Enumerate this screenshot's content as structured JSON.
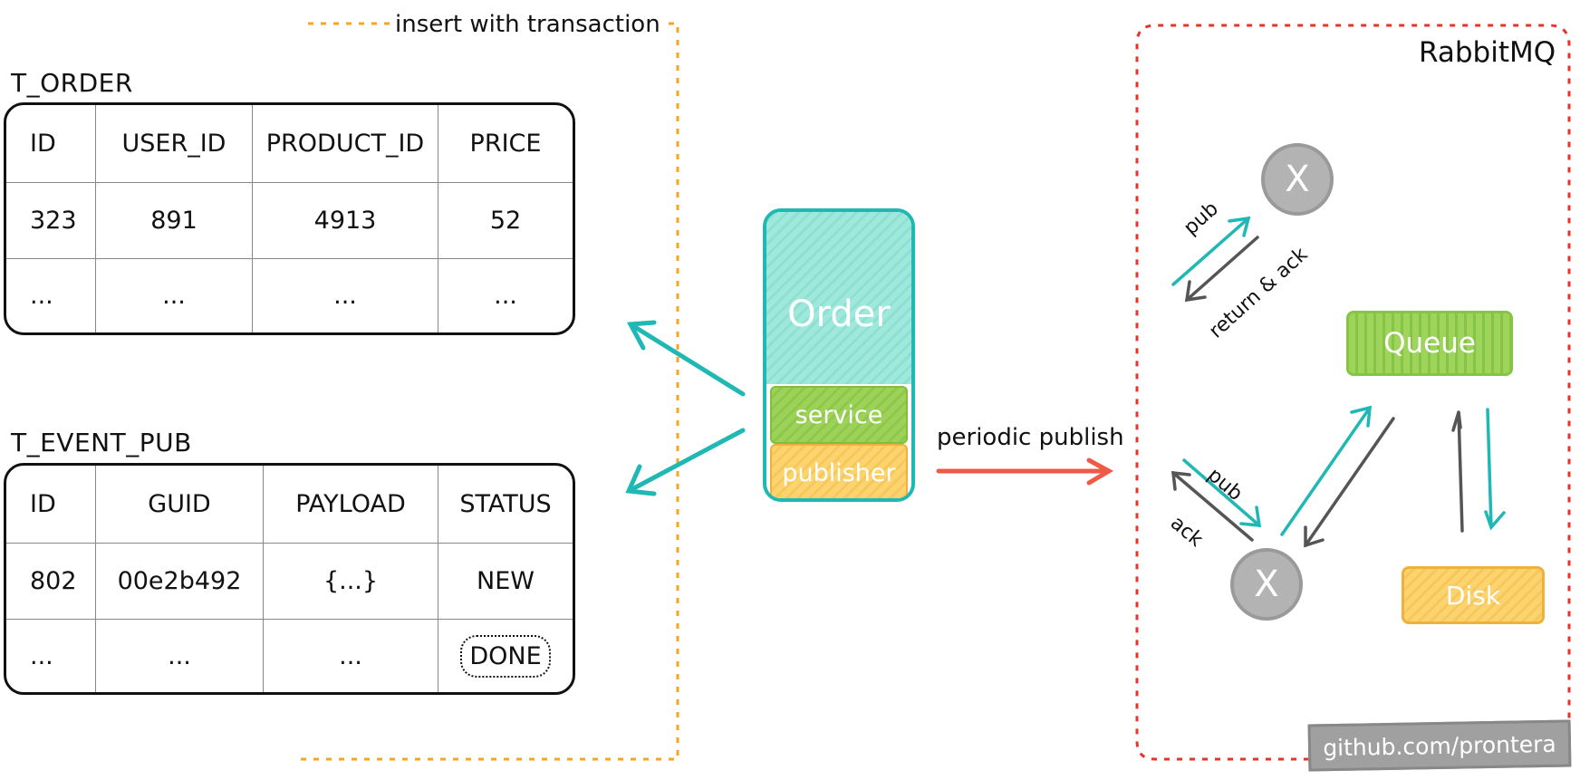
{
  "transaction_label": "insert with transaction",
  "t_order": {
    "title": "T_ORDER",
    "columns": [
      "ID",
      "USER_ID",
      "PRODUCT_ID",
      "PRICE"
    ],
    "rows": [
      [
        "323",
        "891",
        "4913",
        "52"
      ],
      [
        "...",
        "...",
        "...",
        "..."
      ]
    ]
  },
  "t_event_pub": {
    "title": "T_EVENT_PUB",
    "columns": [
      "ID",
      "GUID",
      "PAYLOAD",
      "STATUS"
    ],
    "rows": [
      [
        "802",
        "00e2b492",
        "{...}",
        "NEW"
      ],
      [
        "...",
        "...",
        "...",
        "DONE"
      ]
    ]
  },
  "order_service": {
    "title": "Order",
    "service_label": "service",
    "publisher_label": "publisher"
  },
  "publish_label": "periodic publish",
  "rabbitmq": {
    "title": "RabbitMQ",
    "exchange_top": "X",
    "exchange_bottom": "X",
    "queue": "Queue",
    "disk": "Disk",
    "pub_top": "pub",
    "return_ack": "return & ack",
    "pub_bottom": "pub",
    "ack": "ack"
  },
  "watermark": "github.com/prontera",
  "colors": {
    "teal": "#1fb8b4",
    "orange_dotted": "#f5a623",
    "red_dotted": "#e8322a",
    "publish_arrow": "#ee5a45",
    "gray_arrow": "#555555"
  }
}
